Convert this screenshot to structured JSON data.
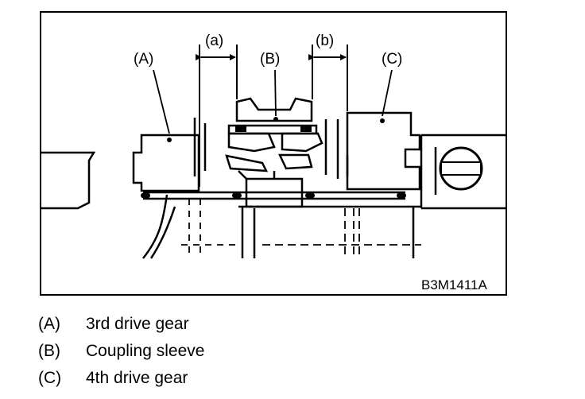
{
  "figure": {
    "code": "B3M1411A",
    "part_labels": {
      "a": "(A)",
      "b": "(B)",
      "c": "(C)"
    },
    "dim_labels": {
      "a": "(a)",
      "b": "(b)"
    }
  },
  "legend": [
    {
      "key": "(A)",
      "text": "3rd drive gear"
    },
    {
      "key": "(B)",
      "text": "Coupling sleeve"
    },
    {
      "key": "(C)",
      "text": "4th drive gear"
    }
  ]
}
